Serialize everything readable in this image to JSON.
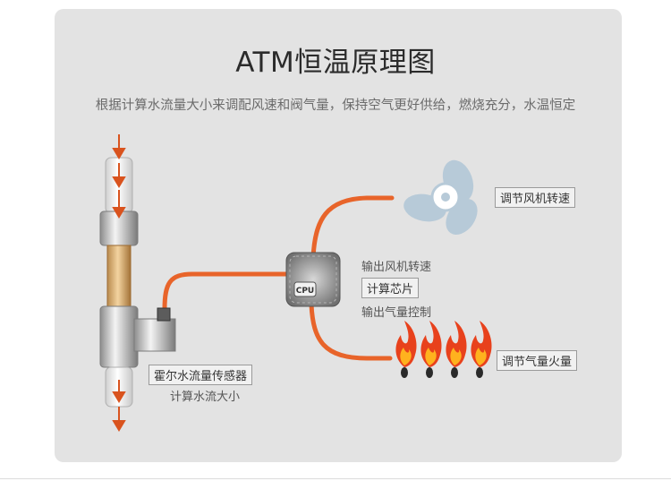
{
  "title": "ATM恒温原理图",
  "subtitle": "根据计算水流量大小来调配风速和阀气量，保持空气更好供给，燃烧充分，水温恒定",
  "labels": {
    "fan": "调节风机转速",
    "chip": "计算芯片",
    "fan_output": "输出风机转速",
    "gas_output": "输出气量控制",
    "flame": "调节气量火量",
    "sensor": "霍尔水流量传感器",
    "sensor_sub": "计算水流大小",
    "cpu": "CPU"
  },
  "colors": {
    "pipe": "#e8642a",
    "arrow": "#d9531e",
    "fan": "#b7cad8",
    "panel": "#e3e3e3"
  },
  "icons": [
    "arrow-down-icon",
    "fan-icon",
    "flame-icon",
    "cpu-chip-icon",
    "flow-sensor-icon"
  ]
}
